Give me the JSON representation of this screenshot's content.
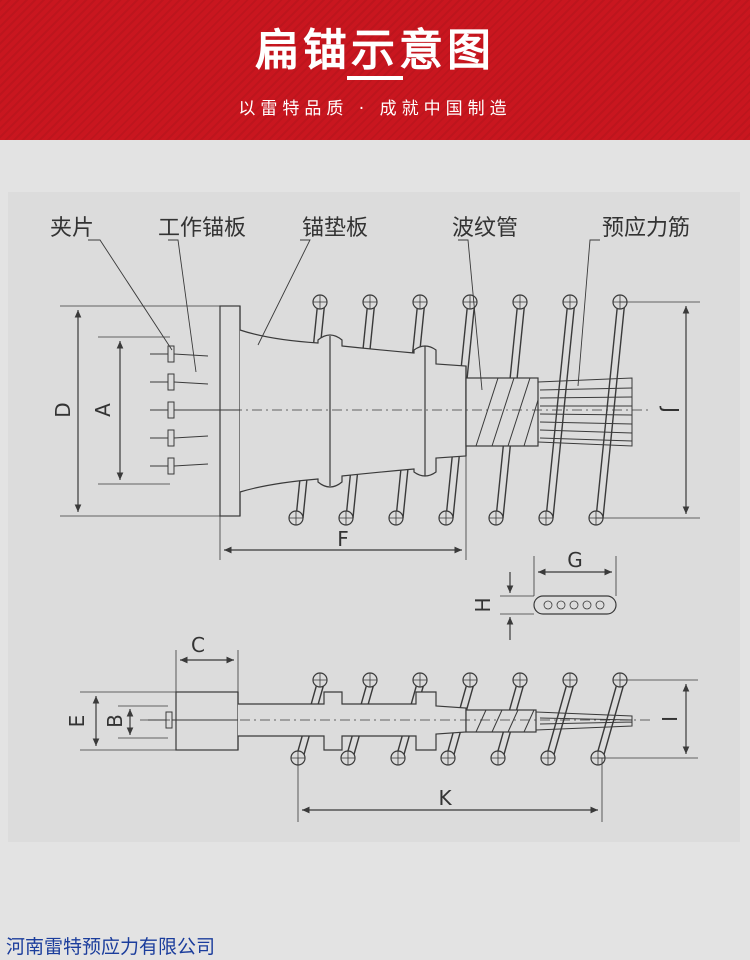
{
  "banner": {
    "title": "扁锚示意图",
    "slogan": "以雷特品质 · 成就中国制造"
  },
  "callouts": {
    "clip": "夹片",
    "work_plate": "工作锚板",
    "bearing_plate": "锚垫板",
    "corrugated_duct": "波纹管",
    "tendon": "预应力筋"
  },
  "dimensions": {
    "A": "A",
    "B": "B",
    "C": "C",
    "D": "D",
    "E": "E",
    "F": "F",
    "G": "G",
    "H": "H",
    "I": "I",
    "J": "J",
    "K": "K"
  },
  "footer": {
    "company": "河南雷特预应力有限公司"
  },
  "colors": {
    "banner_red": "#c9161f",
    "line": "#3a3a3a",
    "footer_text": "#1b3d9c"
  }
}
